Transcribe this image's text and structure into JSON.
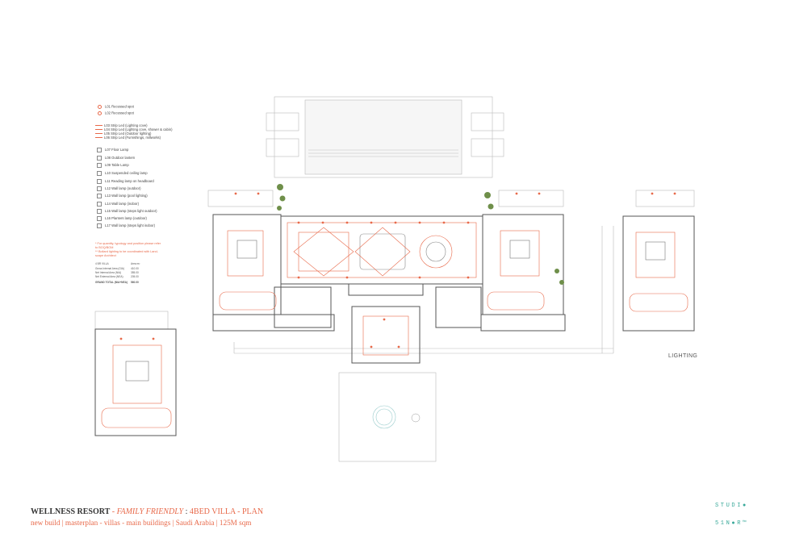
{
  "legend": [
    "L01 Recessed spot",
    "L02 Recessed spot",
    "L03 Strip Led (Lighting cove)",
    "L04 Strip Led (Lighting cove, shower & cabin)",
    "L05 Strip Led (Outdoor lighting)",
    "L06 Strip Led (Furnishings, millworks)",
    "L07 Floor Lamp",
    "L08 Outdoor lantern",
    "L09 Table Lamp",
    "L10 Suspended ceiling lamp",
    "L11 Reading lamp on headboard",
    "L12 Wall lamp (outdoor)",
    "L13 Wall lamp (pool lighting)",
    "L14 Wall lamp (indoor)",
    "L15 Wall lamp (steps light outdoor)",
    "L16 Planters lamp (outdoor)",
    "L17 Wall lamp (steps light indoor)"
  ],
  "notes": [
    "*  For quantity, typology and position please refer",
    "    to BOQ/BOM",
    "**  Bollard lighting to be coordinated with Land-",
    "     scape Architect"
  ],
  "area": {
    "header": "4 BR VILLA",
    "header_value": "Area m²",
    "rows": [
      {
        "label": "Gross Internal Area (GIA)",
        "value": "410.00"
      },
      {
        "label": "Net Internal Area (NIA)",
        "value": "355.00"
      },
      {
        "label": "Net External Area (NEA)",
        "value": "205.00"
      }
    ],
    "total_label": "GRAND TOTAL (NIA+NEA)",
    "total_value": "560.00"
  },
  "sheet_label": "LIGHTING",
  "title": {
    "bold": "WELLNESS RESORT",
    "sep1": " - ",
    "italic": "FAMILY FRIENDLY",
    "sep2": " : ",
    "rest": "4BED VILLA - PLAN"
  },
  "subtitle": "new build | masterplan - villas - main buildings | Saudi Arabia | 125M sqm",
  "logo": {
    "line1": "STUDI●",
    "line2": "51N●R™"
  },
  "colors": {
    "lighting": "#e8694a",
    "walls": "#555555",
    "light_lines": "#bbbbbb",
    "logo": "#3aa99a",
    "planting": "#6f8f4a"
  }
}
